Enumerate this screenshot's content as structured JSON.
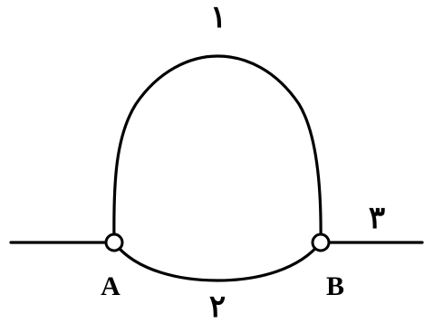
{
  "labels": {
    "path_top": "۱",
    "path_bottom": "۲",
    "path_right": "۳",
    "point_a": "A",
    "point_b": "B"
  },
  "colors": {
    "stroke": "#000000",
    "background": "#ffffff"
  }
}
